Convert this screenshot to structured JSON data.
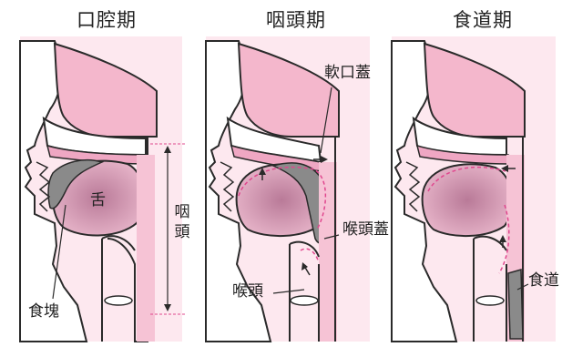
{
  "panels": [
    {
      "title": "口腔期"
    },
    {
      "title": "咽頭期"
    },
    {
      "title": "食道期"
    }
  ],
  "labels": {
    "tongue": "舌",
    "bolus": "食塊",
    "pharynx": "咽頭",
    "soft_palate": "軟口蓋",
    "epiglottis": "喉頭蓋",
    "larynx": "喉頭",
    "esophagus": "食道"
  },
  "colors": {
    "background": "#ffffff",
    "soft_pink": "#fbe3ec",
    "tissue_pink": "#efa7c3",
    "tongue_mauve": "#c98aa8",
    "bolus_gray": "#8a8a8a",
    "outline": "#2a2a2a",
    "motion_dashed": "#e0478e"
  }
}
